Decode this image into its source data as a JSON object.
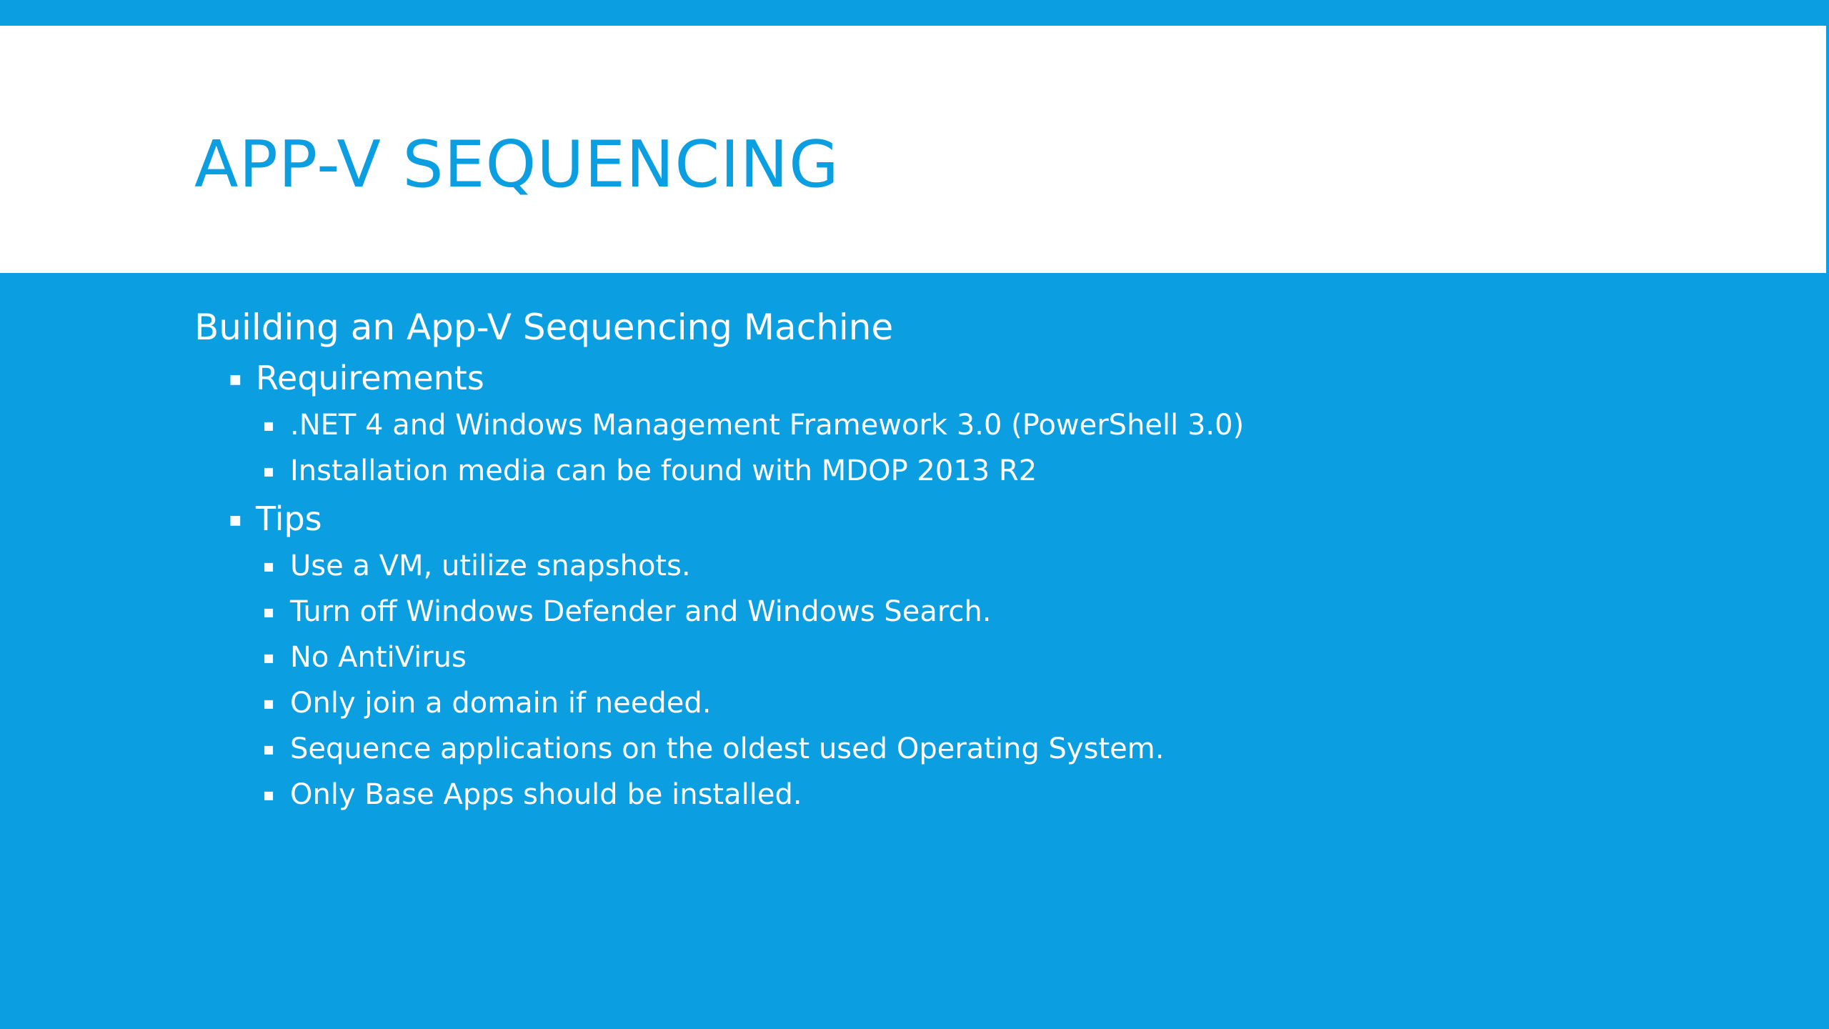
{
  "slide": {
    "title": "APP-V SEQUENCING",
    "colors": {
      "accent": "#0b9ee0",
      "title_band": "#ffffff",
      "body_text": "#ffffff"
    },
    "bullet_symbol": "▪",
    "heading": "Building an App-V Sequencing Machine",
    "requirements": {
      "label": "Requirements",
      "items": [
        ".NET 4 and Windows Management Framework 3.0 (PowerShell 3.0)",
        "Installation media can be found with MDOP 2013 R2"
      ]
    },
    "tips": {
      "label": "Tips",
      "items": [
        "Use a VM, utilize snapshots.",
        "Turn off Windows Defender and Windows Search.",
        "No AntiVirus",
        "Only join a domain if needed.",
        "Sequence applications on the oldest used Operating System.",
        "Only Base Apps should be installed."
      ]
    }
  }
}
